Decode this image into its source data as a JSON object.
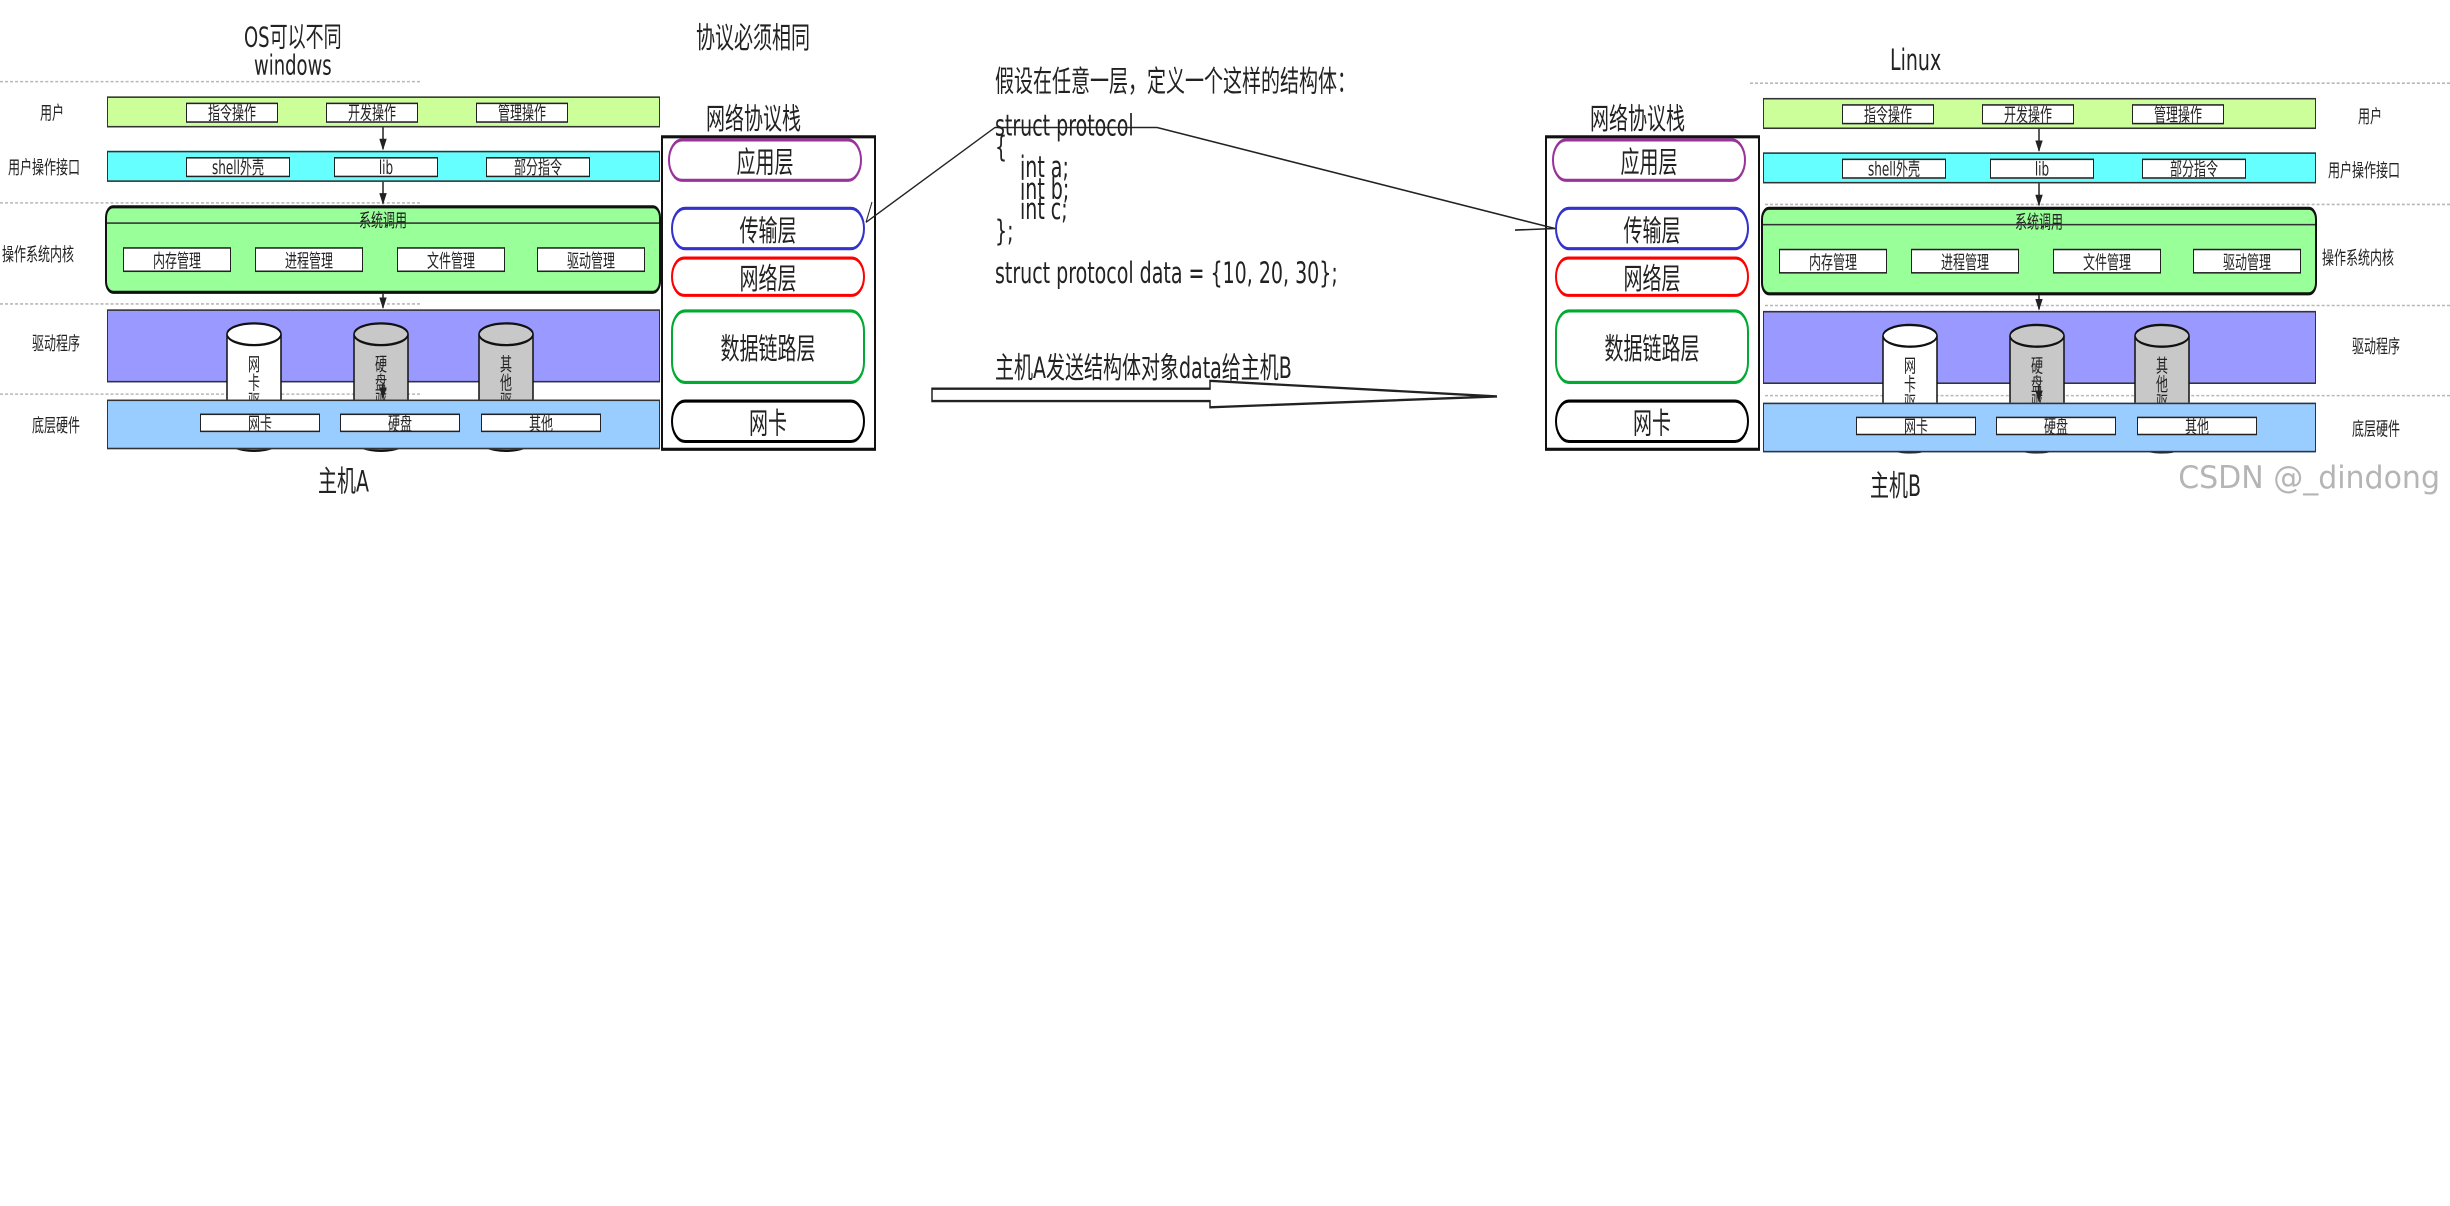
{
  "hostA": {
    "os_note": "OS可以不同",
    "os_name": "windows",
    "name": "主机A",
    "stack_title": "网络协议栈",
    "layers": {
      "user": {
        "label": "用户",
        "items": [
          "指令操作",
          "开发操作",
          "管理操作"
        ]
      },
      "interface": {
        "label": "用户操作接口",
        "items": [
          "shell外壳",
          "lib",
          "部分指令"
        ]
      },
      "kernel": {
        "label": "操作系统内核",
        "syscall": "系统调用",
        "items": [
          "内存管理",
          "进程管理",
          "文件管理",
          "驱动管理"
        ]
      },
      "driver": {
        "label": "驱动程序",
        "items": [
          "网卡驱动",
          "硬盘驱动",
          "其他驱动"
        ]
      },
      "hardware": {
        "label": "底层硬件",
        "items": [
          "网卡",
          "硬盘",
          "其他"
        ]
      }
    },
    "stack": [
      "应用层",
      "传输层",
      "网络层",
      "数据链路层",
      "网卡"
    ]
  },
  "hostB": {
    "os_name": "Linux",
    "name": "主机B",
    "stack_title": "网络协议栈",
    "layers": {
      "user": {
        "label": "用户",
        "items": [
          "指令操作",
          "开发操作",
          "管理操作"
        ]
      },
      "interface": {
        "label": "用户操作接口",
        "items": [
          "shell外壳",
          "lib",
          "部分指令"
        ]
      },
      "kernel": {
        "label": "操作系统内核",
        "syscall": "系统调用",
        "items": [
          "内存管理",
          "进程管理",
          "文件管理",
          "驱动管理"
        ]
      },
      "driver": {
        "label": "驱动程序",
        "items": [
          "网卡驱动",
          "硬盘驱动",
          "其他驱动"
        ]
      },
      "hardware": {
        "label": "底层硬件",
        "items": [
          "网卡",
          "硬盘",
          "其他"
        ]
      }
    },
    "stack": [
      "应用层",
      "传输层",
      "网络层",
      "数据链路层",
      "网卡"
    ]
  },
  "protocol_note": "协议必须相同",
  "code": {
    "intro": "假设在任意一层，定义一个这样的结构体：",
    "lines": [
      "struct protocol",
      "{",
      "int a;",
      "int b;",
      "int c;",
      "};",
      "struct protocol data = {10, 20, 30};"
    ]
  },
  "send_caption": "主机A发送结构体对象data给主机B",
  "watermark": "CSDN @_dindong",
  "colors": {
    "user": "#ccff99",
    "interface": "#66ffff",
    "kernel": "#99ff99",
    "driver": "#9999ff",
    "hardware": "#99ccff",
    "app": "#993399",
    "transport": "#3333cc",
    "network": "#ff0000",
    "datalink": "#00aa33",
    "nic": "#000000"
  }
}
